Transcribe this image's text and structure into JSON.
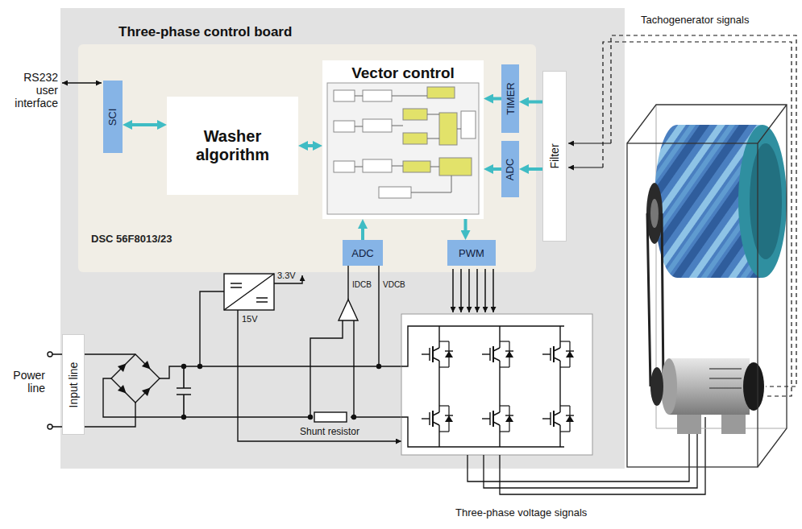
{
  "diagram": {
    "nodes": [
      {
        "text": [
          "Three-phase control board"
        ]
      },
      {
        "text": [
          "DSC 56F8013/23"
        ],
        "in": 0
      },
      {
        "text": [
          "SCI"
        ],
        "in": 1
      },
      {
        "text": [
          "Washer algorithm"
        ],
        "in": 1
      },
      {
        "text": [
          "Vector control"
        ],
        "in": 1
      },
      {
        "text": [
          "TIMER"
        ],
        "in": 1
      },
      {
        "text": [
          "ADC"
        ],
        "in": 1
      },
      {
        "text": [
          "ADC"
        ],
        "in": 1
      },
      {
        "text": [
          "PWM"
        ],
        "in": 1
      },
      {
        "text": [
          "Filter"
        ],
        "in": 0
      },
      {
        "text": [
          "Input line"
        ],
        "in": 0
      }
    ],
    "edges": [
      {
        "from": 2,
        "to": 3,
        "arrow": "both"
      },
      {
        "from": 3,
        "to": 4,
        "arrow": "both"
      },
      {
        "from": 5,
        "to": 4,
        "arrow": "to"
      },
      {
        "from": 6,
        "to": 4,
        "arrow": "to"
      },
      {
        "from": 7,
        "to": 4,
        "arrow": "to"
      },
      {
        "from": 4,
        "to": 8,
        "arrow": "to"
      },
      {
        "from": 9,
        "to": 5,
        "arrow": "to"
      },
      {
        "from": 9,
        "to": 6,
        "arrow": "to"
      }
    ],
    "labels": [
      "RS232 user interface",
      "Power line",
      "3.3V",
      "15V",
      "IDCB",
      "VDCB",
      "Shunt resistor",
      "Tachogenerator signals",
      "Three-phase voltage signals"
    ]
  }
}
